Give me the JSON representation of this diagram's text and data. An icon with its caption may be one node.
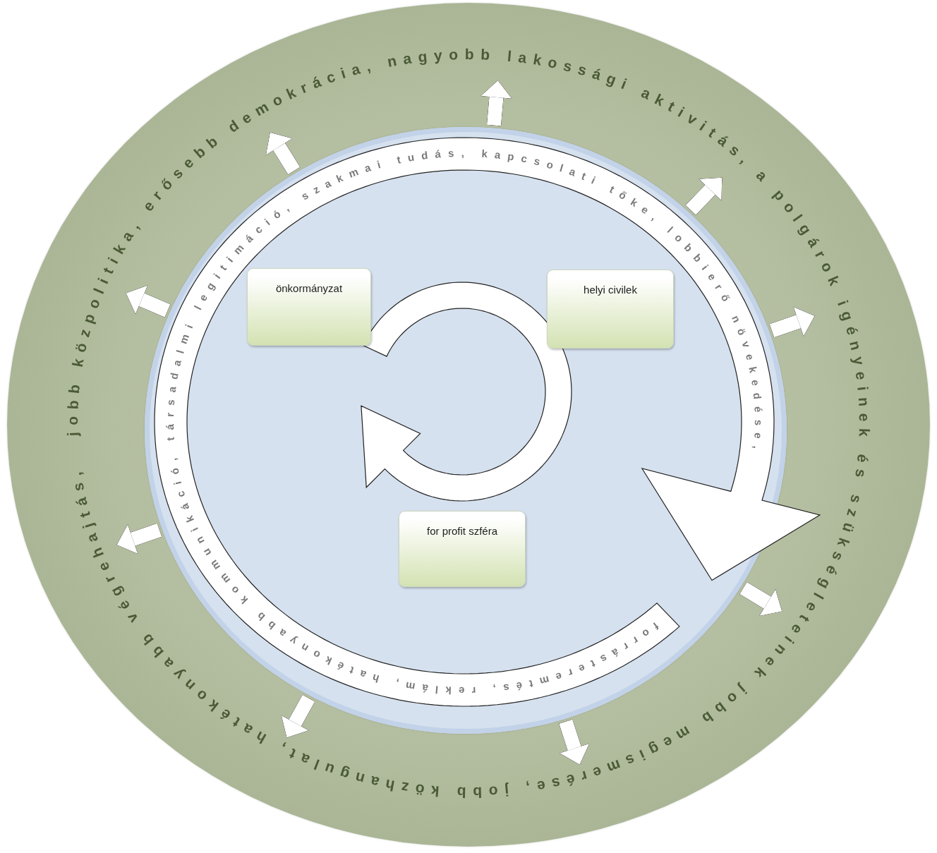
{
  "diagram": {
    "nodes": [
      {
        "text": [
          "jobb közpolitika, erősebb demokrácia, nagyobb lakossági aktivitás, a polgárok igényeinek és szükségleteinek jobb megismerése, jobb közhangulat, hatékonyabb végrehajtás,"
        ]
      },
      {
        "text": [
          "önkormányzat"
        ],
        "in": 0
      },
      {
        "text": [
          "helyi civilek"
        ],
        "in": 0
      },
      {
        "text": [
          "for profit szféra"
        ],
        "in": 0
      }
    ],
    "labels": [
      "forrásteremtés, reklám, hatékonyabb kommunikáció, társadalmi legitimáció, szakmai tudás, kapcsolati tőke, lobbierő növekedése,"
    ]
  }
}
